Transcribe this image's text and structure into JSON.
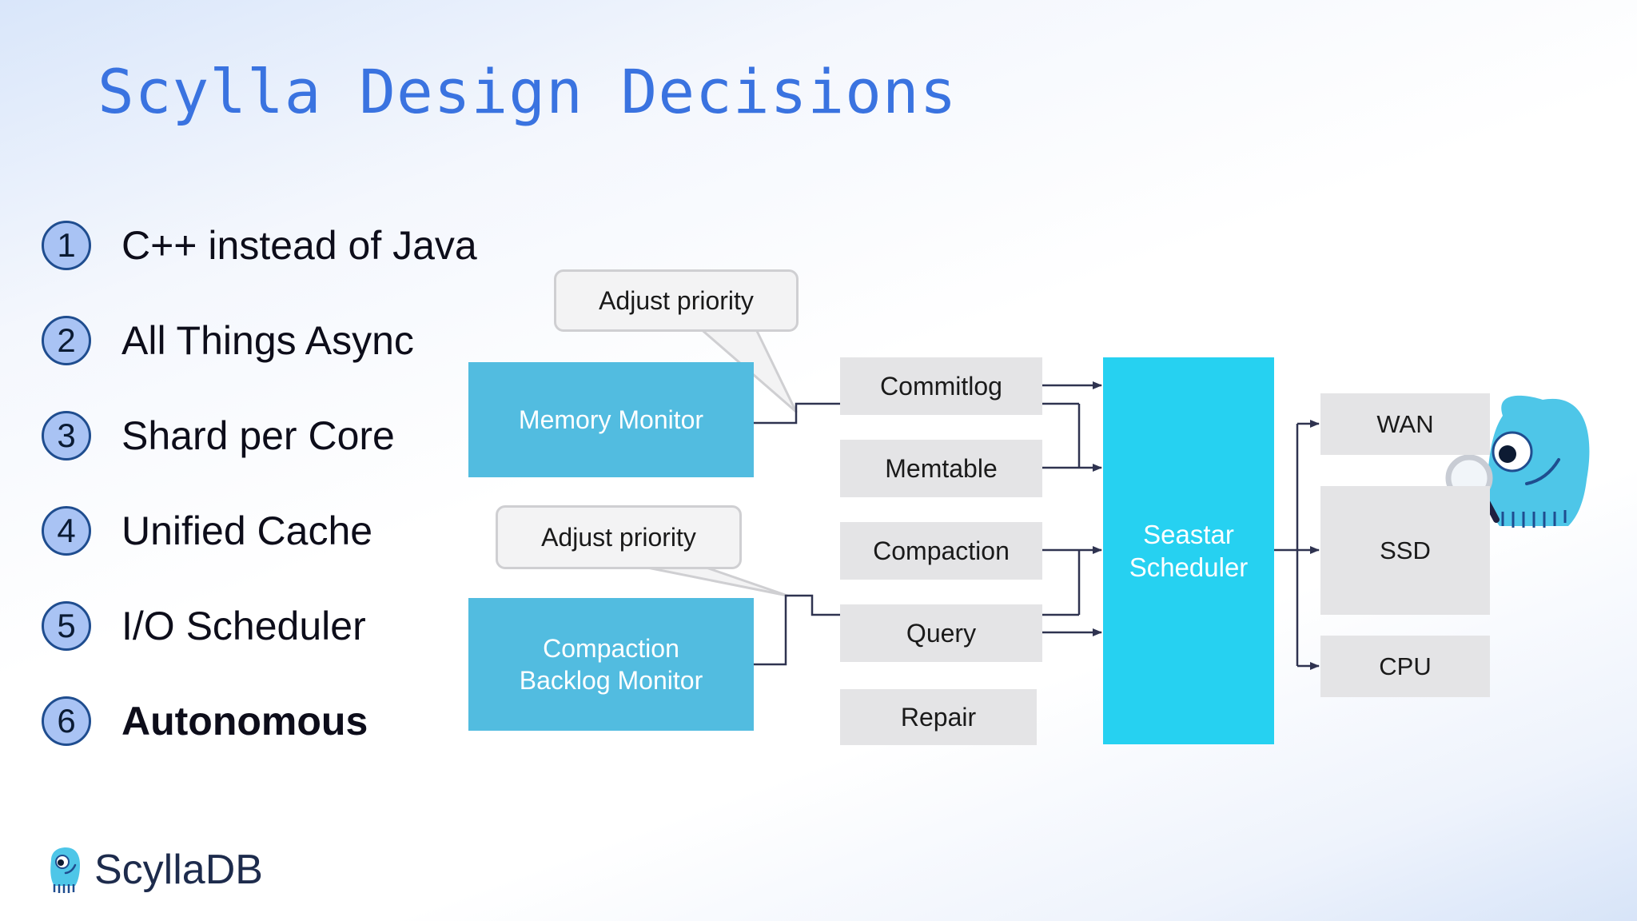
{
  "slide": {
    "title": "Scylla Design Decisions"
  },
  "decisions": [
    {
      "num": "1",
      "label": "C++ instead of Java"
    },
    {
      "num": "2",
      "label": "All Things Async"
    },
    {
      "num": "3",
      "label": "Shard per Core"
    },
    {
      "num": "4",
      "label": "Unified Cache"
    },
    {
      "num": "5",
      "label": "I/O Scheduler"
    },
    {
      "num": "6",
      "label": "Autonomous"
    }
  ],
  "diagram": {
    "callout_top": "Adjust priority",
    "callout_bottom": "Adjust priority",
    "memory_monitor": "Memory Monitor",
    "compaction_monitor_line1": "Compaction",
    "compaction_monitor_line2": "Backlog Monitor",
    "tasks": [
      "Commitlog",
      "Memtable",
      "Compaction",
      "Query",
      "Repair"
    ],
    "scheduler_line1": "Seastar",
    "scheduler_line2": "Scheduler",
    "outputs": [
      "WAN",
      "SSD",
      "CPU"
    ]
  },
  "brand": {
    "name": "ScyllaDB"
  },
  "colors": {
    "title": "#3a73e0",
    "monitor_box": "#52bce0",
    "scheduler_box": "#26d1f1",
    "task_box": "#e4e4e6",
    "mascot": "#4ec6e8"
  }
}
